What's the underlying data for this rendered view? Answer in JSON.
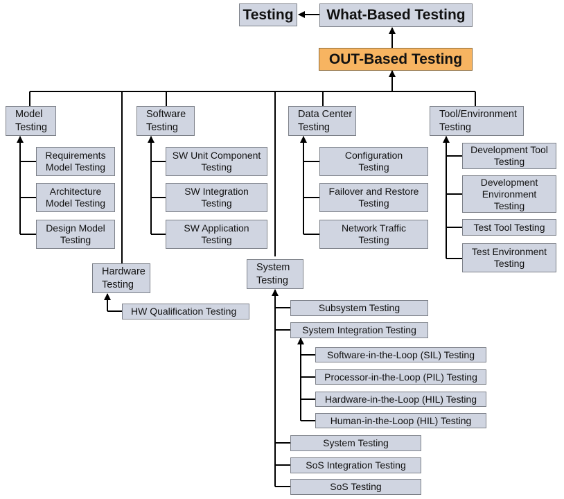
{
  "diagram": {
    "top": {
      "testing": "Testing",
      "what_based": "What-Based Testing",
      "out_based": "OUT-Based Testing"
    },
    "model": {
      "title": "Model\nTesting",
      "children": [
        "Requirements\nModel Testing",
        "Architecture\nModel Testing",
        "Design Model\nTesting"
      ]
    },
    "software": {
      "title": "Software\nTesting",
      "children": [
        "SW Unit Component\nTesting",
        "SW Integration\nTesting",
        "SW Application\nTesting"
      ]
    },
    "data_center": {
      "title": "Data Center\nTesting",
      "children": [
        "Configuration\nTesting",
        "Failover and Restore\nTesting",
        "Network Traffic\nTesting"
      ]
    },
    "tool_env": {
      "title": "Tool/Environment\nTesting",
      "children": [
        "Development Tool\nTesting",
        "Development\nEnvironment\nTesting",
        "Test Tool Testing",
        "Test Environment\nTesting"
      ]
    },
    "hardware": {
      "title": "Hardware\nTesting",
      "children": [
        "HW Qualification Testing"
      ]
    },
    "system": {
      "title": "System\nTesting",
      "children": [
        "Subsystem Testing",
        "System Integration Testing",
        "System Testing",
        "SoS Integration Testing",
        "SoS Testing"
      ],
      "integration_children": [
        "Software-in-the-Loop (SIL) Testing",
        "Processor-in-the-Loop (PIL) Testing",
        "Hardware-in-the-Loop (HIL) Testing",
        "Human-in-the-Loop (HIL) Testing"
      ]
    },
    "colors": {
      "box_fill": "#d0d5e1",
      "accent_fill": "#f7b461",
      "line": "#000000"
    }
  }
}
